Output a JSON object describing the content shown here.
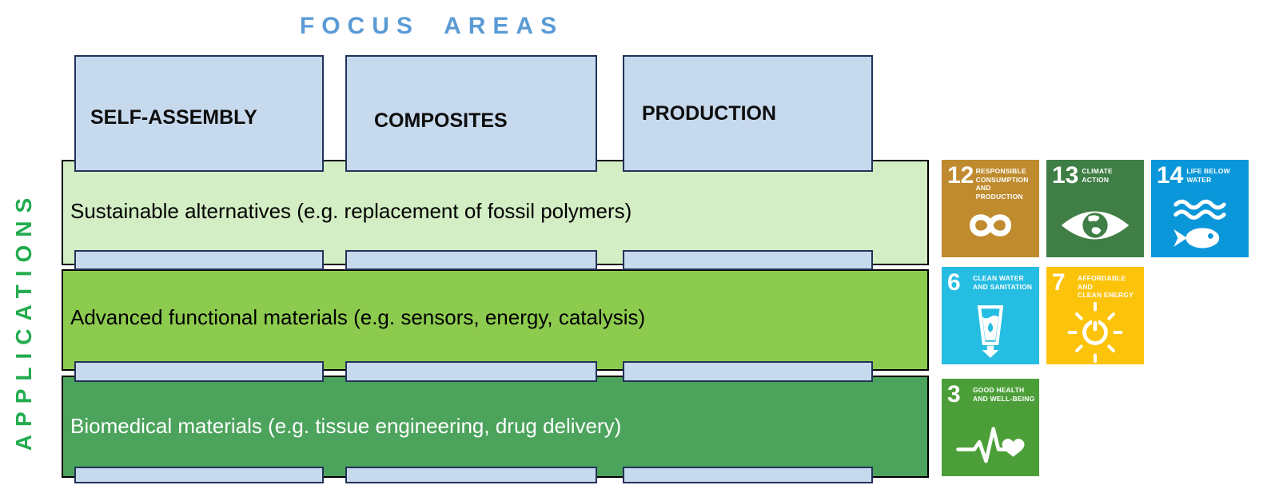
{
  "title": "FOCUS AREAS",
  "side_label": "APPLICATIONS",
  "focus_areas": [
    {
      "label": "SELF-ASSEMBLY"
    },
    {
      "label": "COMPOSITES"
    },
    {
      "label": "PRODUCTION"
    }
  ],
  "applications": [
    {
      "label": "Sustainable alternatives (e.g. replacement of fossil polymers)"
    },
    {
      "label": "Advanced functional materials (e.g. sensors, energy, catalysis)"
    },
    {
      "label": "Biomedical materials (e.g. tissue engineering, drug delivery)"
    }
  ],
  "sdg_tiles": [
    {
      "number": "12",
      "title": "RESPONSIBLE\nCONSUMPTION\nAND PRODUCTION",
      "color": "#BF8B2E",
      "icon": "infinity-loop-icon"
    },
    {
      "number": "13",
      "title": "CLIMATE\nACTION",
      "color": "#3F7E44",
      "icon": "eye-globe-icon"
    },
    {
      "number": "14",
      "title": "LIFE BELOW\nWATER",
      "color": "#0A97D9",
      "icon": "fish-waves-icon"
    },
    {
      "number": "6",
      "title": "CLEAN WATER\nAND SANITATION",
      "color": "#26BDE2",
      "icon": "water-glass-icon"
    },
    {
      "number": "7",
      "title": "AFFORDABLE AND\nCLEAN ENERGY",
      "color": "#FCC30B",
      "icon": "sun-power-icon"
    },
    {
      "number": "3",
      "title": "GOOD HEALTH\nAND WELL-BEING",
      "color": "#4C9F38",
      "icon": "heartbeat-heart-icon"
    }
  ],
  "colors": {
    "title_text": "#5B9BD5",
    "side_label_text": "#22AC4E",
    "column_fill": "#C7D9ED",
    "column_border": "#22325A",
    "row_border": "#000000",
    "row_fills": [
      "#D3EDC4",
      "#8DCB4F",
      "#4CA35C"
    ],
    "row_text_colors": [
      "#000000",
      "#000000",
      "#FFFFFF"
    ]
  }
}
